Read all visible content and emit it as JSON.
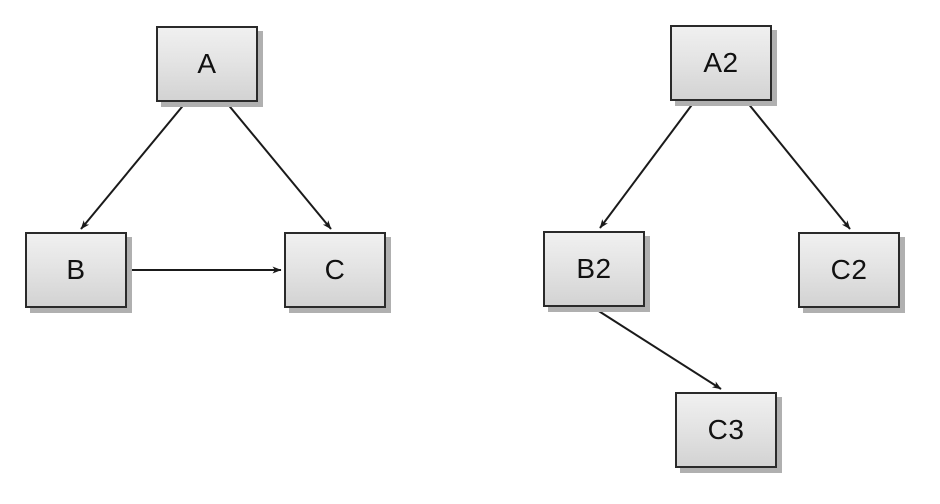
{
  "diagram": {
    "background_color": "#ffffff",
    "node_style": {
      "fill_top": "#f0f0f0",
      "fill_bottom": "#d3d3d3",
      "border_color": "#2a2a2a",
      "shadow_color": "#b0b0b0",
      "text_color": "#111111"
    },
    "arrow_color": "#1a1a1a",
    "nodes": {
      "A": {
        "label": "A"
      },
      "B": {
        "label": "B"
      },
      "C": {
        "label": "C"
      },
      "A2": {
        "label": "A2"
      },
      "B2": {
        "label": "B2"
      },
      "C2": {
        "label": "C2"
      },
      "C3": {
        "label": "C3"
      }
    },
    "graphs": [
      {
        "name": "left-graph",
        "nodes": [
          "A",
          "B",
          "C"
        ],
        "edges": [
          {
            "from": "A",
            "to": "B"
          },
          {
            "from": "A",
            "to": "C"
          },
          {
            "from": "B",
            "to": "C"
          }
        ]
      },
      {
        "name": "right-graph",
        "nodes": [
          "A2",
          "B2",
          "C2",
          "C3"
        ],
        "edges": [
          {
            "from": "A2",
            "to": "B2"
          },
          {
            "from": "A2",
            "to": "C2"
          },
          {
            "from": "B2",
            "to": "C3"
          }
        ]
      }
    ]
  }
}
